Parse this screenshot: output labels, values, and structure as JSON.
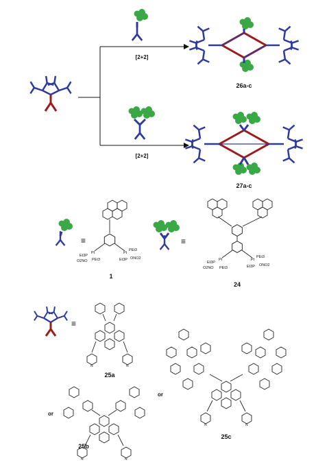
{
  "scheme": {
    "reaction_top_label": "[2+2]",
    "reaction_bottom_label": "[2+2]",
    "product_top": "26a-c",
    "product_bottom": "27a-c",
    "equiv_symbol": "≡",
    "compound_1": "1",
    "compound_24": "24",
    "compound_25a": "25a",
    "compound_25b": "25b",
    "compound_25c": "25c",
    "or_label": "or",
    "or_label_2": "or"
  },
  "substituents": {
    "pt_et3p": "Et3P",
    "pt_pet3": "PEt3",
    "pt_symbol": "Pt",
    "o2no": "O2NO",
    "ono2": "ONO2",
    "pyridine_n": "N"
  },
  "colors": {
    "donor_blue": "#2e3b9e",
    "acceptor_red": "#9b1c1c",
    "pyrene_green": "#39a845",
    "bond_black": "#222222"
  }
}
